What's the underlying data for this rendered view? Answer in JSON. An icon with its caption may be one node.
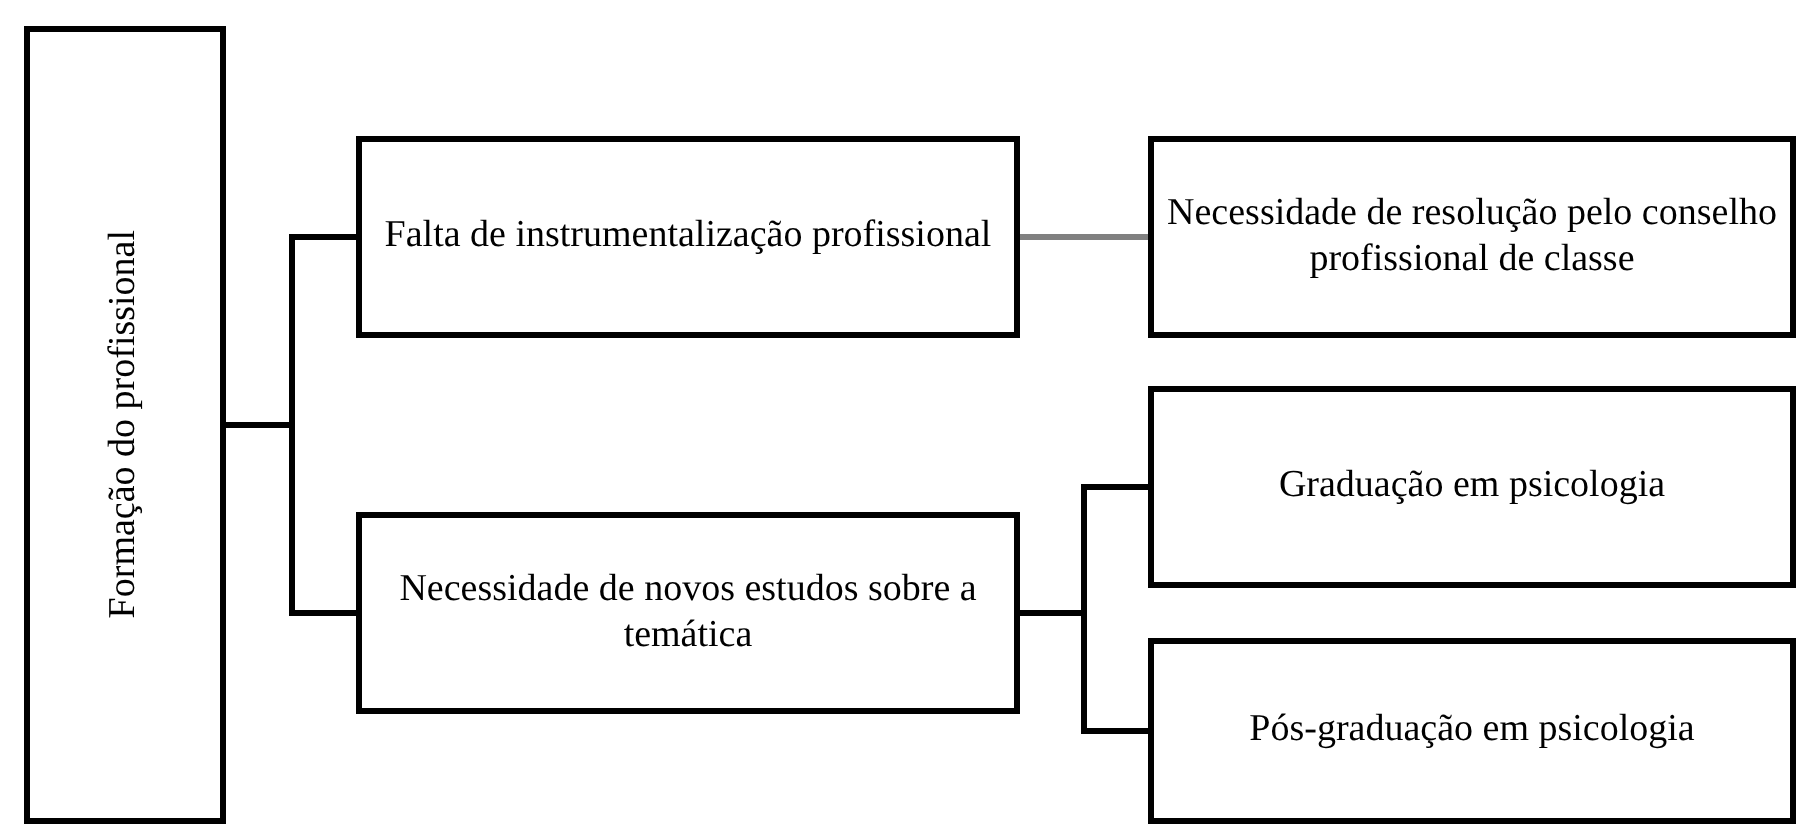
{
  "diagram": {
    "nodes": [
      {
        "text": [
          "Formação do profissional"
        ]
      },
      {
        "text": [
          "Falta de instrumentalização profissional"
        ]
      },
      {
        "text": [
          "Necessidade de resolução pelo conselho profissional de classe"
        ]
      },
      {
        "text": [
          "Necessidade de novos estudos sobre a temática"
        ]
      },
      {
        "text": [
          "Graduação em psicologia"
        ]
      },
      {
        "text": [
          "Pós-graduação em psicologia"
        ]
      }
    ],
    "edges": [
      {
        "from": 0,
        "to": 1,
        "arrow": "none"
      },
      {
        "from": 0,
        "to": 3,
        "arrow": "none"
      },
      {
        "from": 1,
        "to": 2,
        "arrow": "none",
        "color": "#808080"
      },
      {
        "from": 3,
        "to": 4,
        "arrow": "none"
      },
      {
        "from": 3,
        "to": 5,
        "arrow": "none"
      }
    ]
  }
}
